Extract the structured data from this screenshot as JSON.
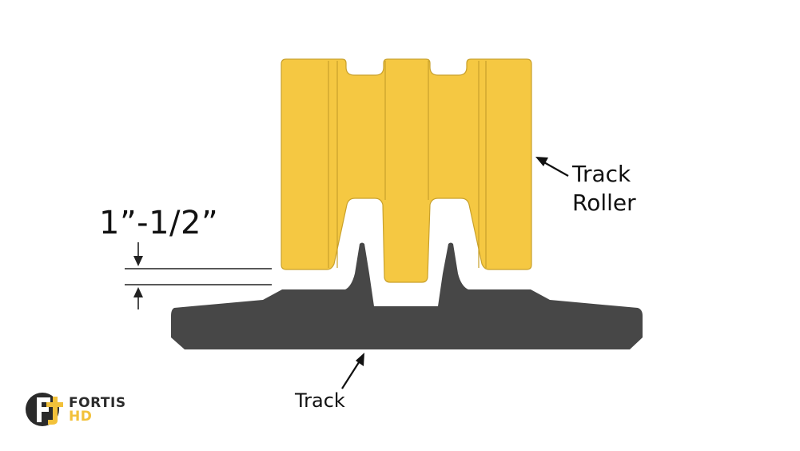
{
  "labels": {
    "dimension": "1”-1/2”",
    "roller_line1": "Track",
    "roller_line2": "Roller",
    "track": "Track"
  },
  "logo": {
    "line1": "FORTIS",
    "line2": "HD",
    "icon": "fortis-hd-logo-icon"
  },
  "colors": {
    "roller_fill": "#F5C842",
    "roller_stroke": "#C9A12B",
    "track_fill": "#474747",
    "brand_yellow": "#F2C13A",
    "brand_dark": "#2B2B2B"
  }
}
